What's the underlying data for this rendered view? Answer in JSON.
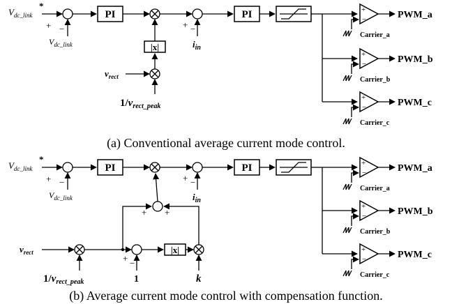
{
  "caption_a": "(a) Conventional average current mode control.",
  "caption_b": "(b) Average current mode control with compensation function.",
  "blocks": {
    "pi": "PI",
    "abs": "|x|"
  },
  "signals": {
    "vdc_link_ref_main": "V",
    "vdc_link_ref_sub": "dc_link",
    "vdc_link_ref_sup": "*",
    "vdc_link_main": "V",
    "vdc_link_sub": "dc_link",
    "i_in_main": "i",
    "i_in_sub": "in",
    "v_rect_main": "v",
    "v_rect_sub": "rect",
    "inv_peak_prefix": "1/",
    "inv_peak_main": "v",
    "inv_peak_sub": "rect_peak",
    "one": "1",
    "k": "k"
  },
  "signs": {
    "plus": "+",
    "minus": "−"
  },
  "outputs": [
    "PWM_a",
    "PWM_b",
    "PWM_c"
  ],
  "carriers": [
    "Carrier_a",
    "Carrier_b",
    "Carrier_c"
  ],
  "carrier_glyph": "/\\/\\/\\"
}
